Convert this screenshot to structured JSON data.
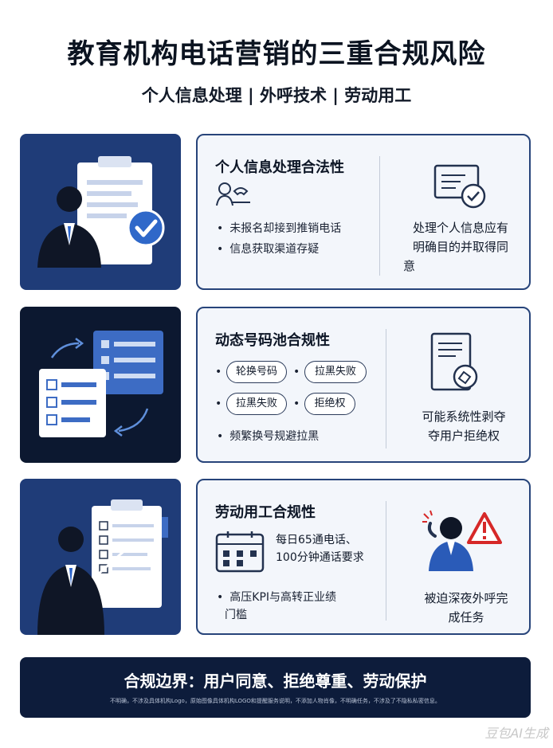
{
  "header": {
    "title": "教育机构电话营销的三重合规风险",
    "subtitle": "个人信息处理 | 外呼技术 | 劳动用工"
  },
  "sections": [
    {
      "title": "个人信息处理合法性",
      "bullets": [
        "未报名却接到推销电话",
        "信息获取渠道存疑"
      ],
      "right_text": [
        "处理个人信息应有",
        "明确目的并取得同",
        "意"
      ]
    },
    {
      "title": "动态号码池合规性",
      "pills": [
        "轮换号码",
        "拉黑失败",
        "拉黑失败",
        "拒绝权"
      ],
      "bullets": [
        "频繁换号规避拉黑"
      ],
      "right_text": [
        "可能系统性剥夺",
        "夺用户拒绝权"
      ]
    },
    {
      "title": "劳动用工合规性",
      "requirement": [
        "每日65通电话、",
        "100分钟通话要求"
      ],
      "bullets": [
        "高压KPI与高转正业绩",
        "门槛"
      ],
      "right_text": [
        "被迫深夜外呼完",
        "成任务"
      ]
    }
  ],
  "footer": {
    "main": "合规边界：用户同意、拒绝尊重、劳动保护",
    "small": "不明确，不涉及具体机构Logo，原始图像具体机构LOGO和提醒服务说明，不添加人物肖像，不明确任务，不涉及了不隐私私密信息。"
  },
  "watermark": "豆包AI生成",
  "colors": {
    "navy": "#0d1c3b",
    "card_border": "#27447a",
    "card_bg": "#f3f6fb",
    "accent_blue": "#3b6fc7",
    "alert_red": "#d62828"
  }
}
